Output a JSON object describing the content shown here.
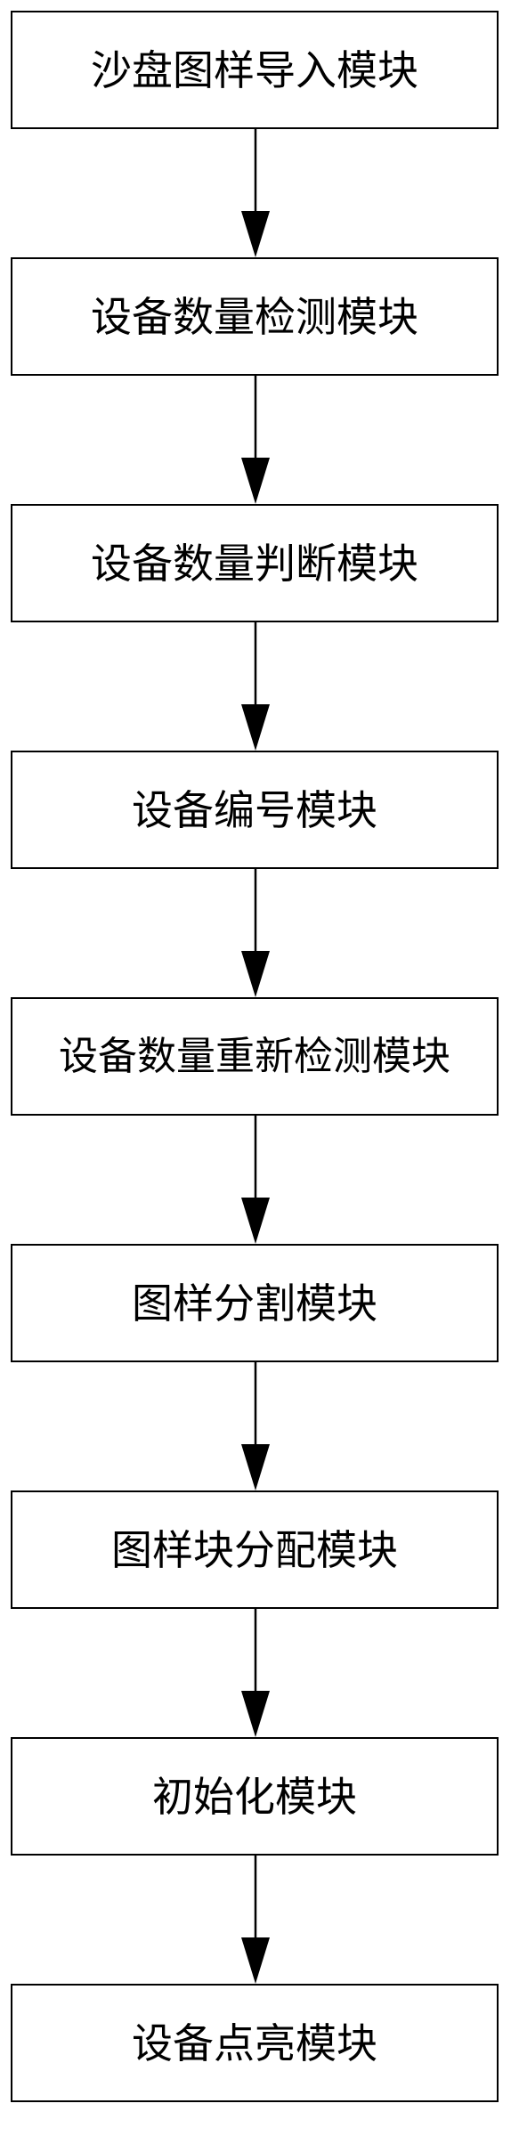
{
  "diagram": {
    "type": "flowchart",
    "direction": "top-to-bottom",
    "nodes": [
      {
        "id": "n1",
        "label": "沙盘图样导入模块"
      },
      {
        "id": "n2",
        "label": "设备数量检测模块"
      },
      {
        "id": "n3",
        "label": "设备数量判断模块"
      },
      {
        "id": "n4",
        "label": "设备编号模块"
      },
      {
        "id": "n5",
        "label": "设备数量重新检测模块"
      },
      {
        "id": "n6",
        "label": "图样分割模块"
      },
      {
        "id": "n7",
        "label": "图样块分配模块"
      },
      {
        "id": "n8",
        "label": "初始化模块"
      },
      {
        "id": "n9",
        "label": "设备点亮模块"
      }
    ],
    "edges": [
      {
        "from": "n1",
        "to": "n2"
      },
      {
        "from": "n2",
        "to": "n3"
      },
      {
        "from": "n3",
        "to": "n4"
      },
      {
        "from": "n4",
        "to": "n5"
      },
      {
        "from": "n5",
        "to": "n6"
      },
      {
        "from": "n6",
        "to": "n7"
      },
      {
        "from": "n7",
        "to": "n8"
      },
      {
        "from": "n8",
        "to": "n9"
      }
    ],
    "colors": {
      "stroke": "#000000",
      "fill": "#ffffff",
      "text": "#000000"
    }
  }
}
